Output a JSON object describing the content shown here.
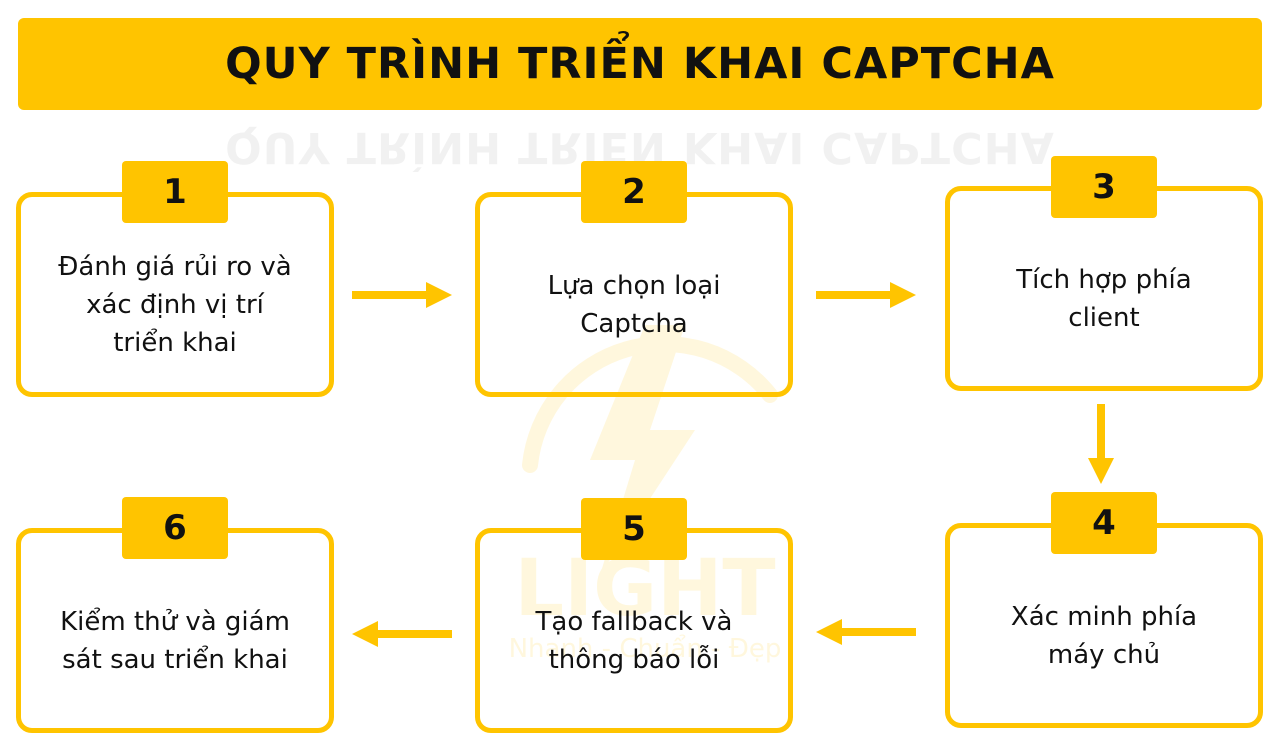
{
  "title": "QUY TRÌNH TRIỂN KHAI CAPTCHA",
  "watermark": {
    "brand": "LIGHT",
    "tagline": "Nhanh - Chuẩn - Đẹp"
  },
  "colors": {
    "accent": "#FFC400",
    "text": "#111111",
    "background": "#FFFFFF"
  },
  "steps": [
    {
      "number": "1",
      "text": "Đánh giá rủi ro và xác định vị trí triển khai"
    },
    {
      "number": "2",
      "text": "Lựa chọn loại Captcha"
    },
    {
      "number": "3",
      "text": "Tích hợp phía client"
    },
    {
      "number": "4",
      "text": "Xác minh phía máy chủ"
    },
    {
      "number": "5",
      "text": "Tạo fallback và thông báo lỗi"
    },
    {
      "number": "6",
      "text": "Kiểm thử và giám sát sau triển khai"
    }
  ],
  "arrows": [
    {
      "from": "1",
      "to": "2",
      "direction": "right"
    },
    {
      "from": "2",
      "to": "3",
      "direction": "right"
    },
    {
      "from": "3",
      "to": "4",
      "direction": "down"
    },
    {
      "from": "4",
      "to": "5",
      "direction": "left"
    },
    {
      "from": "5",
      "to": "6",
      "direction": "left"
    }
  ]
}
